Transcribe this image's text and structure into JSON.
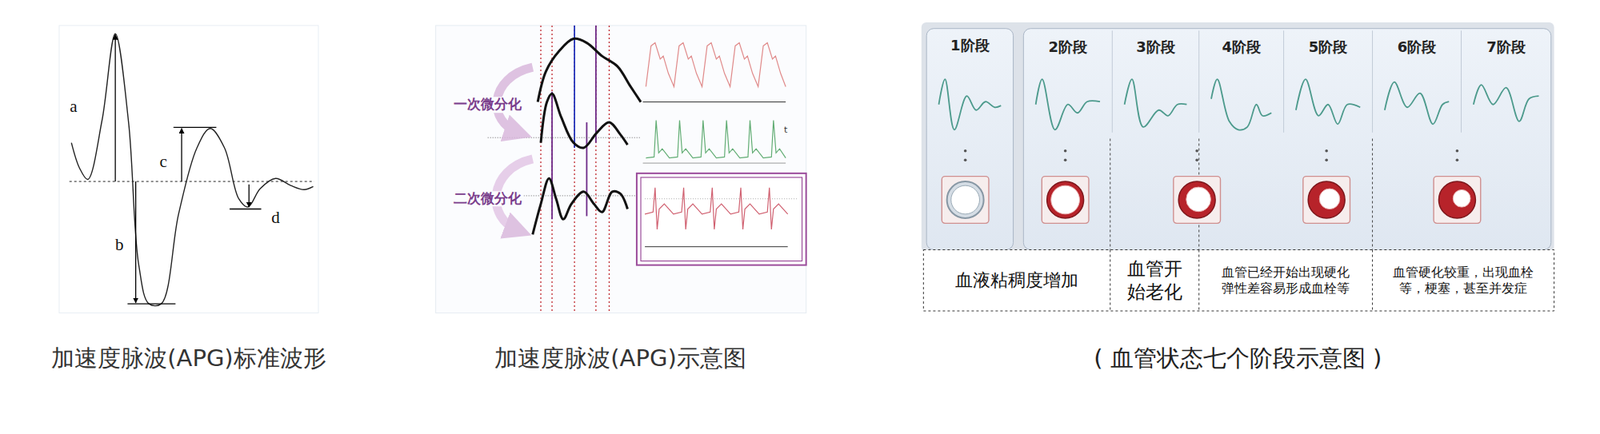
{
  "diagram": {
    "nodes": [
      {
        "text": [
          "1阶段"
        ]
      },
      {
        "text": [
          "2阶段"
        ]
      },
      {
        "text": [
          "3阶段"
        ]
      },
      {
        "text": [
          "4阶段"
        ]
      },
      {
        "text": [
          "5阶段"
        ]
      },
      {
        "text": [
          "6阶段"
        ]
      },
      {
        "text": [
          "7阶段"
        ]
      },
      {
        "text": [
          "血液粘稠度增加"
        ]
      },
      {
        "text": [
          "血管开始老化"
        ]
      },
      {
        "text": [
          "血管已经开始出现硬化弹性差容易形成血栓等"
        ]
      },
      {
        "text": [
          "血管硬化较重，出现血栓等，梗塞，甚至并发症"
        ]
      }
    ],
    "labels": [
      "a",
      "b",
      "c",
      "d",
      "加速度脉波(APG)标准波形",
      "一次微分化",
      "二次微分化",
      "t",
      "加速度脉波(APG)示意图",
      "( 血管状态七个阶段示意图 )"
    ]
  }
}
